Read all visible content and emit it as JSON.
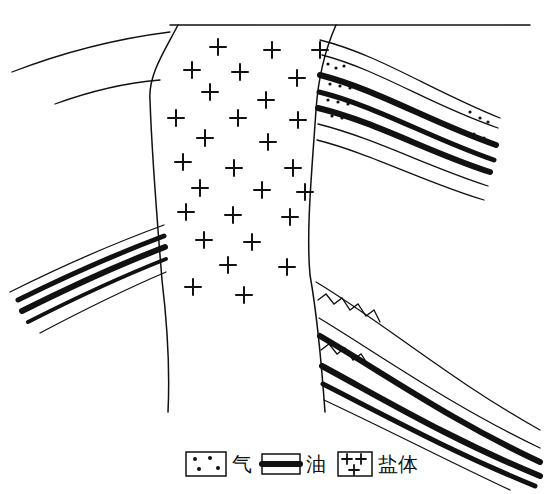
{
  "diagram": {
    "legend": [
      {
        "text": "气"
      },
      {
        "text": "油"
      },
      {
        "text": "盐体"
      }
    ]
  }
}
